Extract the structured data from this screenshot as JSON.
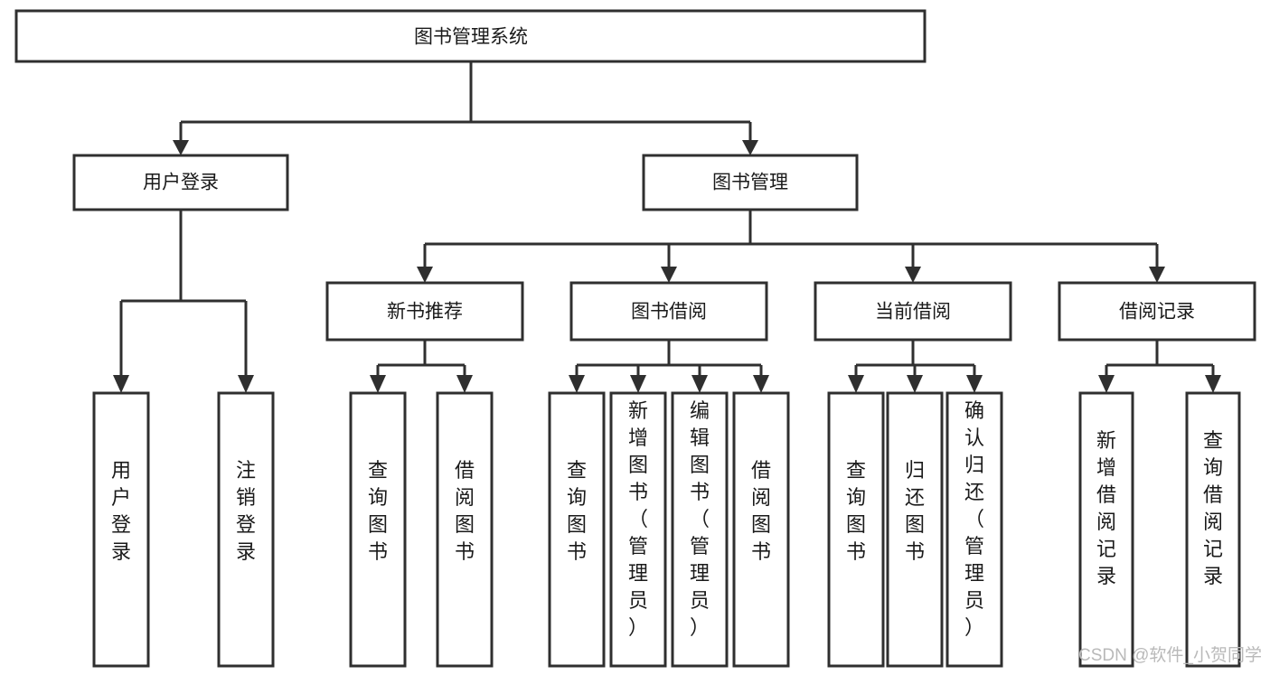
{
  "diagram": {
    "title": "图书管理系统",
    "type": "tree",
    "orientation": "top-down",
    "colors": {
      "stroke": "#2f2f2f",
      "node_fill": "#ffffff",
      "background": "#ffffff",
      "text": "#1a1a1a",
      "watermark": "#b9b9b9"
    },
    "root": {
      "id": "root",
      "label": "图书管理系统",
      "text_orientation": "horizontal"
    },
    "level1": [
      {
        "id": "user-login",
        "label": "用户登录",
        "text_orientation": "horizontal"
      },
      {
        "id": "book-management",
        "label": "图书管理",
        "text_orientation": "horizontal"
      }
    ],
    "level2": [
      {
        "id": "new-book-recommend",
        "label": "新书推荐",
        "parent": "book-management",
        "text_orientation": "horizontal"
      },
      {
        "id": "book-borrow",
        "label": "图书借阅",
        "parent": "book-management",
        "text_orientation": "horizontal"
      },
      {
        "id": "current-borrow",
        "label": "当前借阅",
        "parent": "book-management",
        "text_orientation": "horizontal"
      },
      {
        "id": "borrow-record",
        "label": "借阅记录",
        "parent": "book-management",
        "text_orientation": "horizontal"
      }
    ],
    "leaves": [
      {
        "id": "leaf-user-login",
        "parent": "user-login",
        "text_orientation": "vertical",
        "lines": [
          "用",
          "户",
          "登",
          "录"
        ],
        "label": "用户登录"
      },
      {
        "id": "leaf-user-logout",
        "parent": "user-login",
        "text_orientation": "vertical",
        "lines": [
          "注",
          "销",
          "登",
          "录"
        ],
        "label": "注销登录"
      },
      {
        "id": "leaf-query-book-1",
        "parent": "new-book-recommend",
        "text_orientation": "vertical",
        "lines": [
          "查",
          "询",
          "图",
          "书"
        ],
        "label": "查询图书"
      },
      {
        "id": "leaf-borrow-book-1",
        "parent": "new-book-recommend",
        "text_orientation": "vertical",
        "lines": [
          "借",
          "阅",
          "图",
          "书"
        ],
        "label": "借阅图书"
      },
      {
        "id": "leaf-query-book-2",
        "parent": "book-borrow",
        "text_orientation": "vertical",
        "lines": [
          "查",
          "询",
          "图",
          "书"
        ],
        "label": "查询图书"
      },
      {
        "id": "leaf-add-book",
        "parent": "book-borrow",
        "text_orientation": "vertical",
        "lines": [
          "新",
          "增",
          "图",
          "书",
          "（",
          "管",
          "理",
          "员",
          "）"
        ],
        "label": "新增图书（管理员）"
      },
      {
        "id": "leaf-edit-book",
        "parent": "book-borrow",
        "text_orientation": "vertical",
        "lines": [
          "编",
          "辑",
          "图",
          "书",
          "（",
          "管",
          "理",
          "员",
          "）"
        ],
        "label": "编辑图书（管理员）"
      },
      {
        "id": "leaf-borrow-book-2",
        "parent": "book-borrow",
        "text_orientation": "vertical",
        "lines": [
          "借",
          "阅",
          "图",
          "书"
        ],
        "label": "借阅图书"
      },
      {
        "id": "leaf-query-book-3",
        "parent": "current-borrow",
        "text_orientation": "vertical",
        "lines": [
          "查",
          "询",
          "图",
          "书"
        ],
        "label": "查询图书"
      },
      {
        "id": "leaf-return-book",
        "parent": "current-borrow",
        "text_orientation": "vertical",
        "lines": [
          "归",
          "还",
          "图",
          "书"
        ],
        "label": "归还图书"
      },
      {
        "id": "leaf-confirm-return",
        "parent": "current-borrow",
        "text_orientation": "vertical",
        "lines": [
          "确",
          "认",
          "归",
          "还",
          "（",
          "管",
          "理",
          "员",
          "）"
        ],
        "label": "确认归还（管理员）"
      },
      {
        "id": "leaf-add-record",
        "parent": "borrow-record",
        "text_orientation": "vertical",
        "lines": [
          "新",
          "增",
          "借",
          "阅",
          "记",
          "录"
        ],
        "label": "新增借阅记录"
      },
      {
        "id": "leaf-query-record",
        "parent": "borrow-record",
        "text_orientation": "vertical",
        "lines": [
          "查",
          "询",
          "借",
          "阅",
          "记",
          "录"
        ],
        "label": "查询借阅记录"
      }
    ]
  },
  "watermark": {
    "text": "CSDN @软件_小贺同学"
  }
}
